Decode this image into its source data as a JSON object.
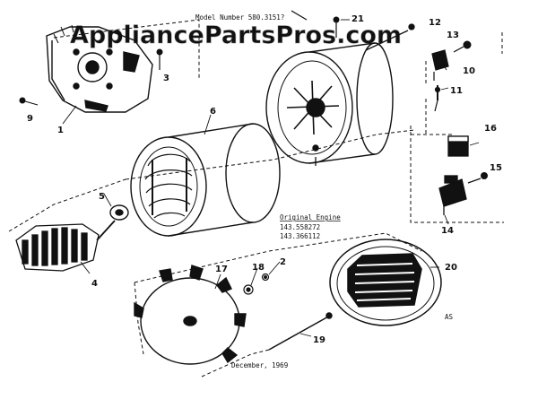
{
  "watermark": "AppliancePartsPros.com",
  "model_line": "Model Number 580.3151?",
  "engine_note": {
    "heading": "Original Engine",
    "lines": [
      "143.558272",
      "143.366112"
    ]
  },
  "date": "December, 1969",
  "code": "AS",
  "parts": [
    "1",
    "2",
    "4",
    "5",
    "6",
    "9",
    "10",
    "11",
    "12",
    "13",
    "14",
    "15",
    "16",
    "17",
    "18",
    "19",
    "20",
    "21"
  ],
  "style": {
    "ink": "#111111",
    "paper": "#ffffff",
    "watermark_color": "#d3d3d3"
  }
}
